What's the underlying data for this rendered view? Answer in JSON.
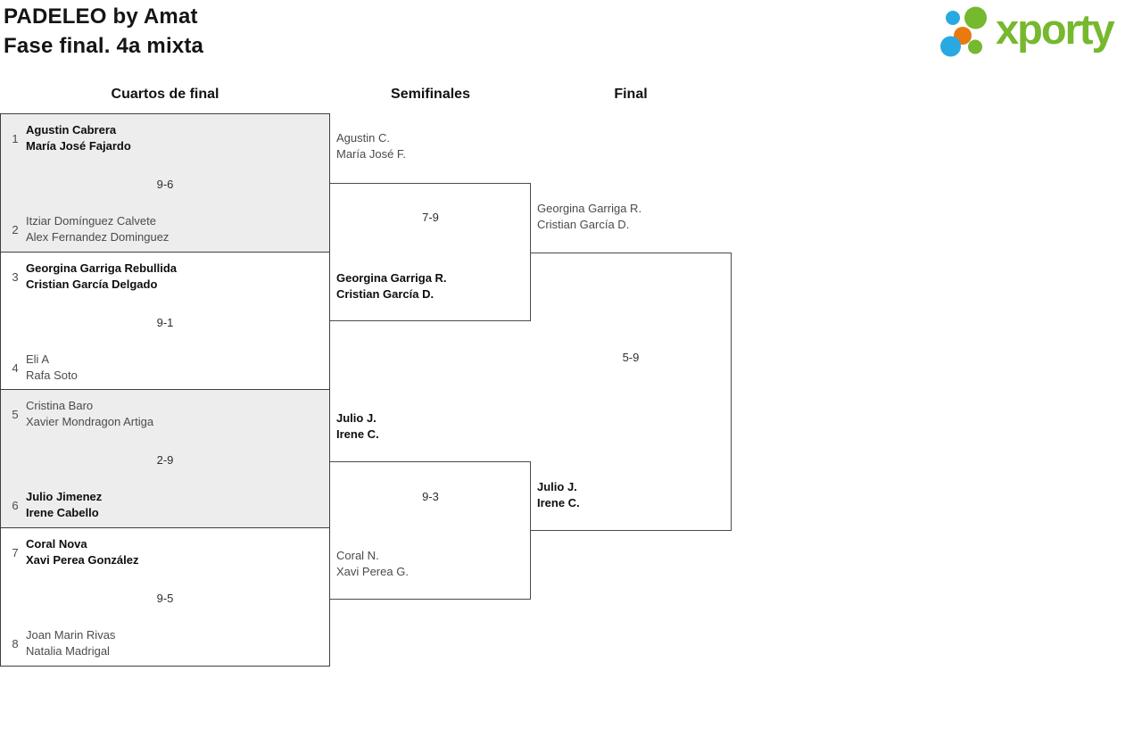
{
  "header": {
    "title_line1": "PADELEO by Amat",
    "title_line2": "Fase final. 4a mixta"
  },
  "logo": {
    "text": "xporty",
    "brand_colors": {
      "green": "#76b82e",
      "blue": "#29a9e1",
      "orange": "#e87a10"
    },
    "dot_colors": {
      "blue": "#29a9e1",
      "green": "#76b82e",
      "orange": "#e87a10"
    }
  },
  "columns": {
    "quarterfinals": "Cuartos de final",
    "semifinals": "Semifinales",
    "final": "Final"
  },
  "bracket": {
    "qf": [
      {
        "top": {
          "seed": "1",
          "line1": "Agustin Cabrera",
          "line2": "María José Fajardo",
          "winner": true
        },
        "score": "9-6",
        "bottom": {
          "seed": "2",
          "line1": "Itziar Domínguez Calvete",
          "line2": "Alex Fernandez Dominguez",
          "winner": false
        }
      },
      {
        "top": {
          "seed": "3",
          "line1": "Georgina Garriga Rebullida",
          "line2": "Cristian García Delgado",
          "winner": true
        },
        "score": "9-1",
        "bottom": {
          "seed": "4",
          "line1": "Eli A",
          "line2": "Rafa Soto",
          "winner": false
        }
      },
      {
        "top": {
          "seed": "5",
          "line1": "Cristina Baro",
          "line2": "Xavier Mondragon Artiga",
          "winner": false
        },
        "score": "2-9",
        "bottom": {
          "seed": "6",
          "line1": "Julio Jimenez",
          "line2": "Irene Cabello",
          "winner": true
        }
      },
      {
        "top": {
          "seed": "7",
          "line1": "Coral Nova",
          "line2": "Xavi Perea González",
          "winner": true
        },
        "score": "9-5",
        "bottom": {
          "seed": "8",
          "line1": "Joan Marin Rivas",
          "line2": "Natalia Madrigal",
          "winner": false
        }
      }
    ],
    "sf": [
      {
        "top": {
          "line1": "Agustin C.",
          "line2": "María José F.",
          "winner": false
        },
        "score": "7-9",
        "bottom": {
          "line1": "Georgina Garriga R.",
          "line2": "Cristian García D.",
          "winner": true
        }
      },
      {
        "top": {
          "line1": "Julio J.",
          "line2": "Irene C.",
          "winner": true
        },
        "score": "9-3",
        "bottom": {
          "line1": "Coral N.",
          "line2": "Xavi Perea G.",
          "winner": false
        }
      }
    ],
    "final": {
      "top": {
        "line1": "Georgina Garriga R.",
        "line2": "Cristian García D.",
        "winner": false
      },
      "score": "5-9",
      "bottom": {
        "line1": "Julio J.",
        "line2": "Irene C.",
        "winner": true
      }
    }
  }
}
